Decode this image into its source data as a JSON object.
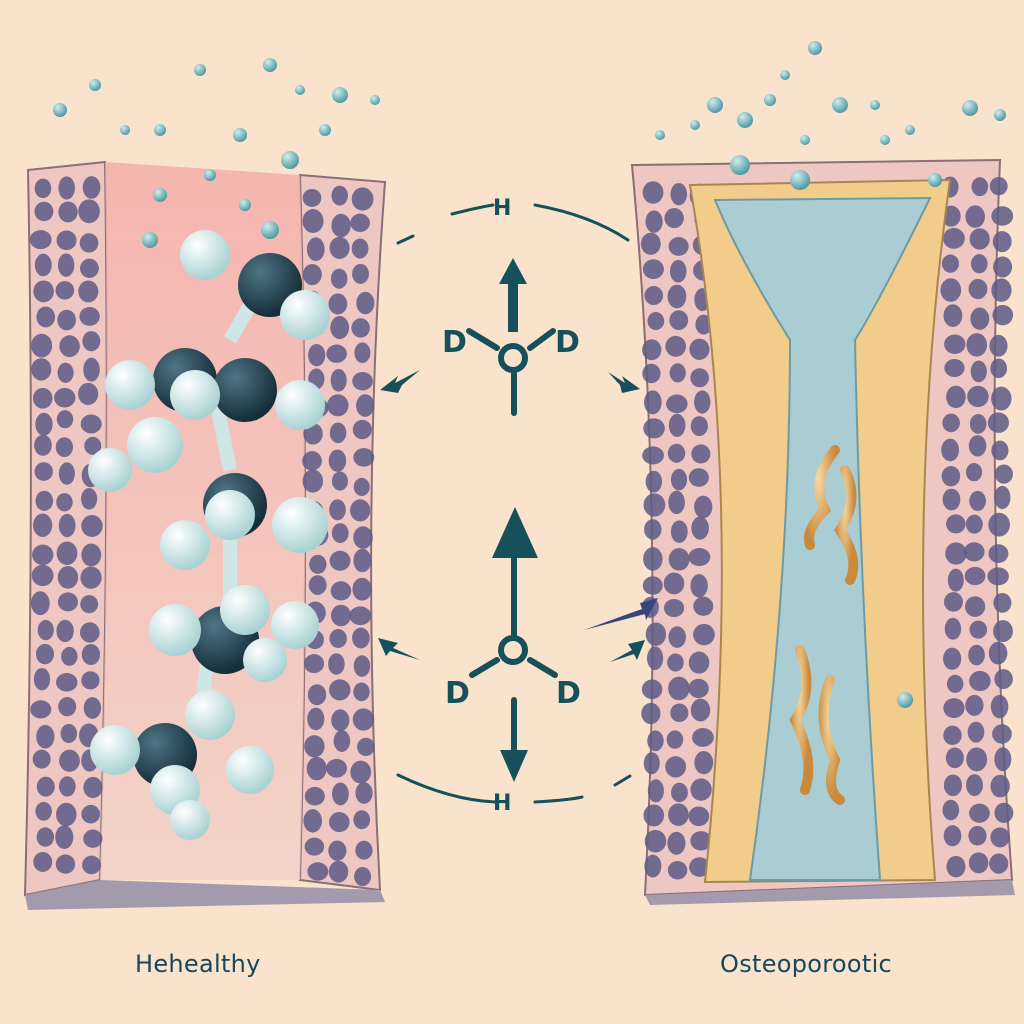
{
  "labels": {
    "left_panel": "Hehealthy",
    "right_panel": "Osteoporootic"
  },
  "diagram": {
    "top_arc_label": "H",
    "bottom_arc_label": "H",
    "upper_molecule": {
      "center": "O",
      "atoms": [
        "D",
        "D"
      ]
    },
    "lower_molecule": {
      "center": "O",
      "atoms": [
        "D",
        "D"
      ]
    }
  },
  "colors": {
    "background": "#f9e3cc",
    "ink": "#16505a",
    "bone_cell": "#5d5a86",
    "bone_tissue": "#f0c9c0",
    "marrow": "#9fc6cf",
    "trabecular": "#f1cc8a",
    "atom_dark": "#1f3f4c",
    "atom_light": "#dcefee"
  }
}
